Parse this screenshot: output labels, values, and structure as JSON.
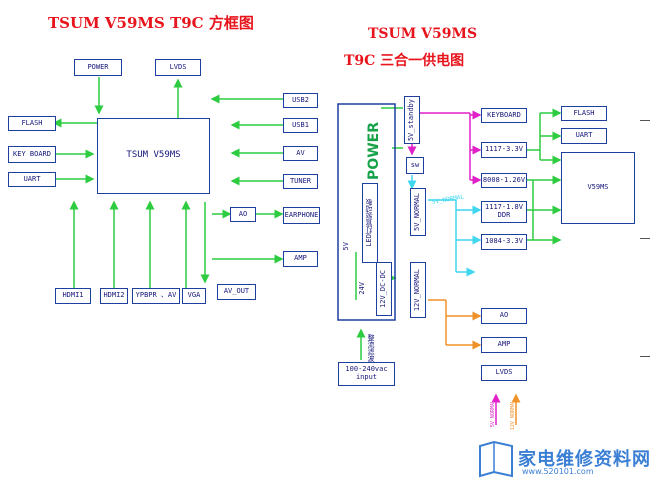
{
  "titles": {
    "left": "TSUM V59MS T9C 方框图",
    "right_line1": "TSUM V59MS",
    "right_line2": "T9C 三合一供电图"
  },
  "left_diagram": {
    "center": "TSUM V59MS",
    "power": "POWER",
    "lvds": "LVDS",
    "flash": "FLASH",
    "keyboard": "KEY BOARD",
    "uart": "UART",
    "usb2": "USB2",
    "usb1": "USB1",
    "av": "AV",
    "tuner": "TUNER",
    "ao": "AO",
    "earphone": "EARPHONE",
    "amp": "AMP",
    "hdmi1": "HDMI1",
    "hdmi2": "HDMI2",
    "ypbpr": "YPBPR 、AV",
    "vga": "VGA",
    "av_out": "AV_OUT"
  },
  "right_diagram": {
    "power": "POWER",
    "led_driver": "LED灯管驱动板",
    "five_v": "5V",
    "twentyfour_v": "24V",
    "dc_dc": "12V_DC-DC",
    "twelve_normal": "12V_NORMAL",
    "five_standby": "5V_standby",
    "sw": "sw",
    "five_normal": "5V_NORMAL",
    "five_normal_line": "5V_NORMAL",
    "rectify": "整流滤波",
    "input": "100-240vac input",
    "keyboard": "KEYBOARD",
    "r1117_33": "1117-3.3V",
    "r8008": "8008-1.26V",
    "r1117_18": "1117-1.8V DDR",
    "r1084": "1084-3.3V",
    "flash": "FLASH",
    "uart": "UART",
    "v59ms": "V59MS",
    "ao": "AO",
    "amp": "AMP",
    "lvds": "LVDS",
    "legend_5v": "5V NORMAL",
    "legend_12v": "12V NORMAL"
  },
  "watermark": {
    "text": "家电维修资料网",
    "url": "www.520101.com"
  },
  "colors": {
    "title": "#e8141c",
    "box_border": "#1d3fa0",
    "green": "#2ecc40",
    "magenta": "#e020c8",
    "cyan": "#3fd6f0",
    "orange": "#f0922a"
  }
}
